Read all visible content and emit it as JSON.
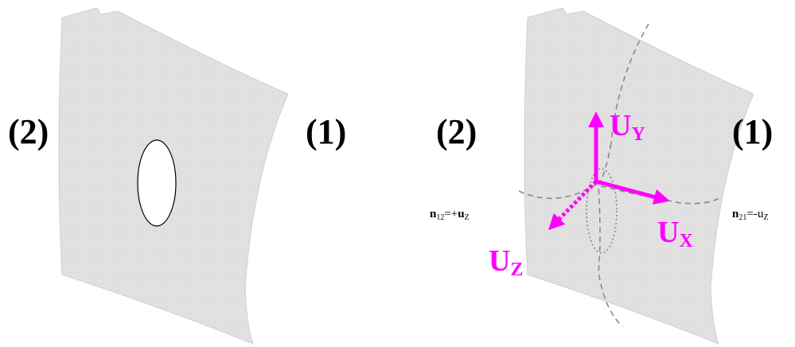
{
  "left_panel": {
    "side_left": "(2)",
    "side_right": "(1)"
  },
  "right_panel": {
    "side_left": "(2)",
    "side_right": "(1)",
    "normal_12": {
      "main": "n",
      "sub": "12",
      "eq": "=+",
      "vec": "u",
      "vec_sub": "Z"
    },
    "normal_21": {
      "main": "n",
      "sub": "21",
      "eq": "=-",
      "vec": "u",
      "vec_sub": "Z"
    },
    "axes": {
      "y": {
        "main": "U",
        "sub": "Y"
      },
      "x": {
        "main": "U",
        "sub": "X"
      },
      "z": {
        "main": "U",
        "sub": "Z"
      }
    }
  },
  "colors": {
    "surface": "#dcdcdc",
    "axes": "#ff00ff",
    "dashed": "#888888",
    "text": "#000000"
  }
}
